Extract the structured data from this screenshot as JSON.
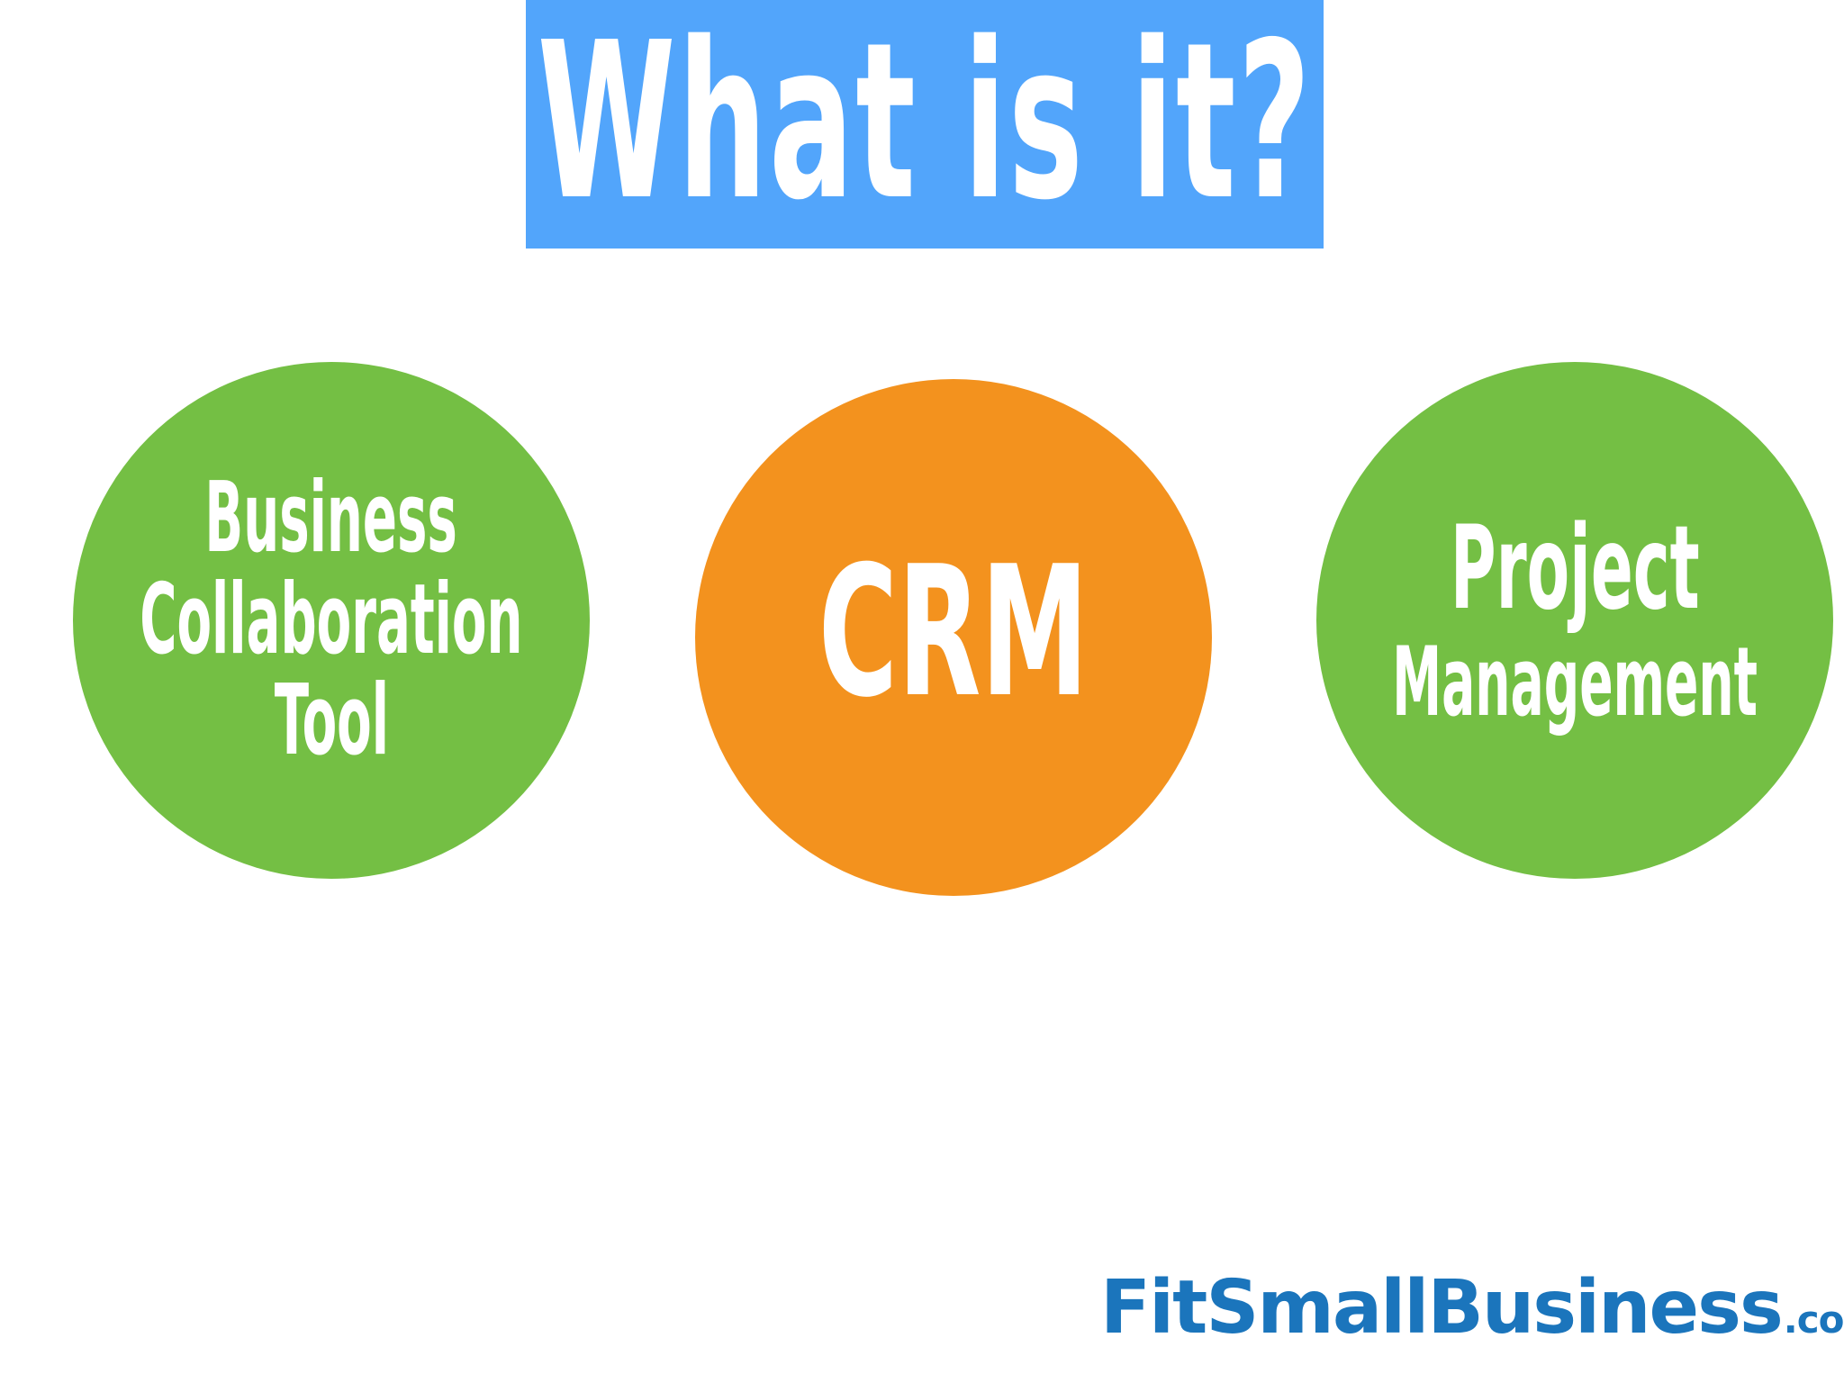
{
  "title": "What is it?",
  "circles": [
    {
      "lines": [
        "Business",
        "Collaboration",
        "Tool"
      ],
      "color": "#74bf44"
    },
    {
      "lines": [
        "CRM"
      ],
      "color": "#f3921e"
    },
    {
      "lines": [
        "Project",
        "Management"
      ],
      "color": "#74bf44"
    }
  ],
  "logo": {
    "main": "FitSmallBusiness",
    "suffix": ".com",
    "color": "#1b75bc"
  },
  "colors": {
    "banner": "#52a5fb",
    "background": "#ffffff",
    "text": "#ffffff"
  }
}
